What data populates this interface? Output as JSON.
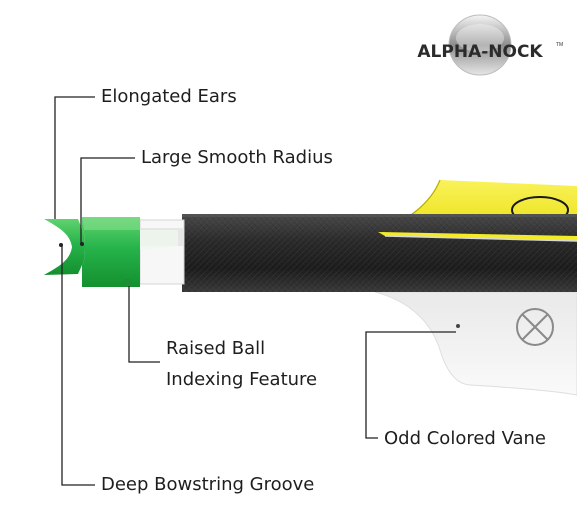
{
  "logo": {
    "text": "ALPHA-NOCK",
    "tm": "TM"
  },
  "labels": {
    "elongated_ears": "Elongated Ears",
    "large_smooth_radius": "Large Smooth Radius",
    "raised_ball_line1": "Raised Ball",
    "raised_ball_line2": "Indexing Feature",
    "odd_colored_vane": "Odd Colored Vane",
    "deep_bowstring_groove": "Deep Bowstring Groove"
  },
  "colors": {
    "nock_green": "#27b34a",
    "vane_yellow": "#f2ea1c",
    "vane_white": "#f2f2f2",
    "shaft_carbon": "#2b2b2b",
    "leader_line": "#222222"
  }
}
